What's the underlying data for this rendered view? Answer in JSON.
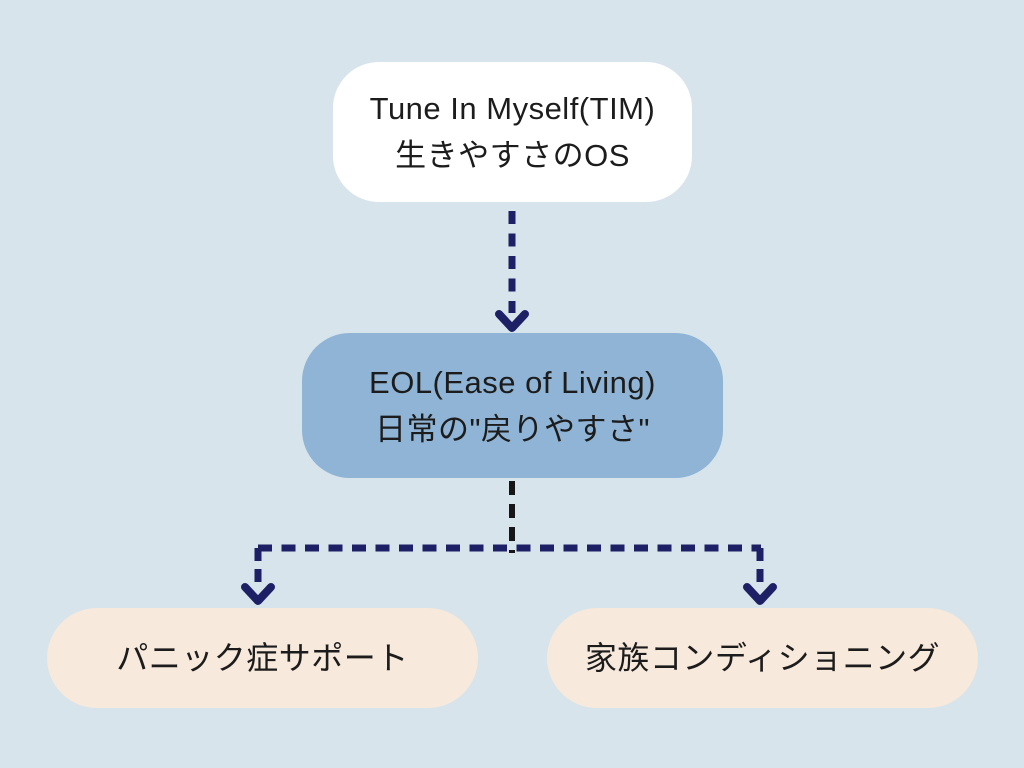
{
  "colors": {
    "background": "#d7e4ec",
    "node_tim_bg": "#ffffff",
    "node_eol_bg": "#8fb4d5",
    "node_bottom_bg": "#f7e9db",
    "text": "#1c1c1c",
    "arrow_navy": "#1e2066",
    "arrow_black": "#161616"
  },
  "nodes": {
    "tim": {
      "line1": "Tune In Myself(TIM)",
      "line2": "生きやすさのOS"
    },
    "eol": {
      "line1": "EOL(Ease of Living)",
      "line2": "日常の\"戻りやすさ\""
    },
    "panic": {
      "label": "パニック症サポート"
    },
    "family": {
      "label": "家族コンディショニング"
    }
  },
  "edges": [
    {
      "from": "tim",
      "to": "eol",
      "style": "dashed-arrow"
    },
    {
      "from": "eol",
      "to": "panic",
      "style": "dashed-arrow"
    },
    {
      "from": "eol",
      "to": "family",
      "style": "dashed-arrow"
    }
  ]
}
